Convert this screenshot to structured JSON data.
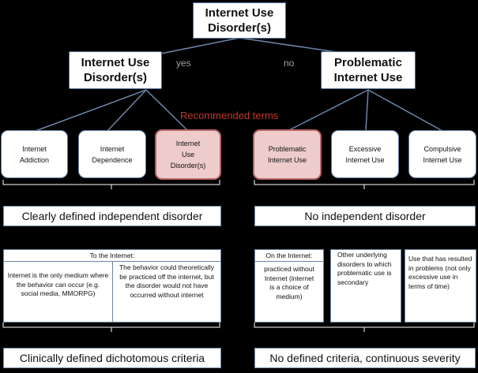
{
  "root": {
    "label": "Internet Use\nDisorder(s)"
  },
  "branch_left": {
    "label": "Internet Use\nDisorder(s)",
    "edge": "yes"
  },
  "branch_right": {
    "label": "Problematic\nInternet Use",
    "edge": "no"
  },
  "recommended_label": "Recommended terms",
  "left_terms": [
    "Internet\nAddiction",
    "Internet\nDependence",
    "Internet\nUse\nDisorder(s)"
  ],
  "right_terms": [
    "Problematic\nInternet Use",
    "Excessive\nInternet Use",
    "Compulsive\nInternet Use"
  ],
  "left_category": "Clearly defined independent disorder",
  "right_category": "No independent disorder",
  "left_table": {
    "title": "To the Internet:",
    "col1": "Internet is the only medium where the behavior can occur (e.g. social media, MMORPG)",
    "col2": "The behavior could theoretically be practiced off the internet, but the disorder would not have occurred without internet"
  },
  "right_table": {
    "title": "On the Internet:",
    "col1": "practiced without Internet (internet is a choice of medium)",
    "col2": "Other underlying disorders to which problematic use is secondary",
    "col3": "Use that has resulted in problems (not only excessive use in terms of time)"
  },
  "left_criteria": "Clinically defined dichotomous criteria",
  "right_criteria": "No defined criteria, continuous severity",
  "colors": {
    "background": "#000000",
    "box_border": "#4f6e93",
    "recommended_fill": "#eecccc",
    "recommended_border": "#b56565",
    "recommended_text": "#c0392b",
    "line": "#6d86a6"
  }
}
